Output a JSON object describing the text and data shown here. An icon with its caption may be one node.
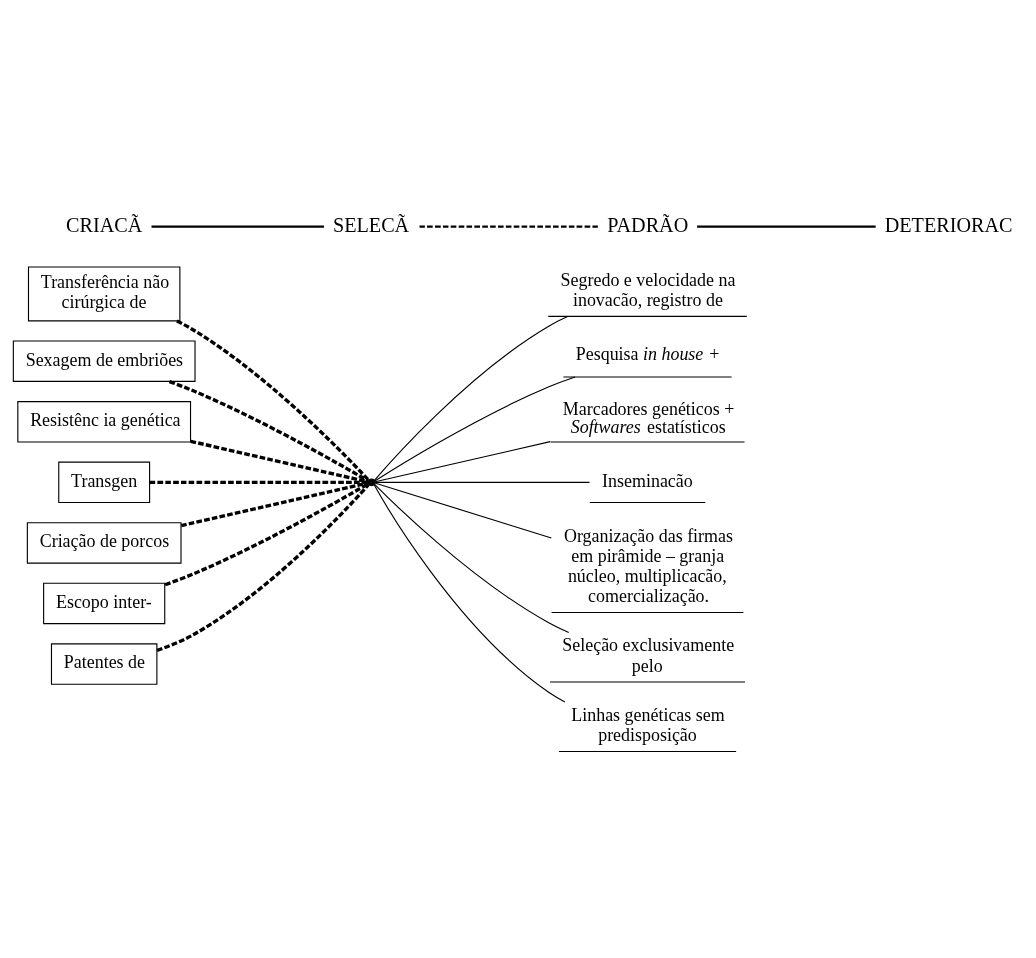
{
  "diagram": {
    "nodes": [
      {
        "text": [
          "Transferência não cirúrgica de"
        ]
      },
      {
        "text": [
          "Sexagem de embriões"
        ]
      },
      {
        "text": [
          "Resistênc ia genética"
        ]
      },
      {
        "text": [
          "Transgen"
        ]
      },
      {
        "text": [
          "Criação de porcos"
        ]
      },
      {
        "text": [
          "Escopo inter-"
        ]
      },
      {
        "text": [
          "Patentes de"
        ]
      },
      {
        "text": [],
        "shape": "point"
      },
      {
        "text": [
          "Segredo e velocidade na inovacão, registro de"
        ]
      },
      {
        "text": [
          "Pesquisa *in house* +"
        ]
      },
      {
        "text": [
          "Marcadores genéticos + *Softwares* estatísticos"
        ]
      },
      {
        "text": [
          "Inseminacão"
        ]
      },
      {
        "text": [
          "Organização das firmas em pirâmide – granja núcleo, multiplicacão, comercialização."
        ]
      },
      {
        "text": [
          "Seleção exclusivamente pelo"
        ]
      },
      {
        "text": [
          "Linhas genéticas sem predisposição"
        ]
      }
    ],
    "edges": [
      {
        "from": 0,
        "to": 7,
        "arrow": "none",
        "style": "dashed"
      },
      {
        "from": 1,
        "to": 7,
        "arrow": "none",
        "style": "dashed"
      },
      {
        "from": 2,
        "to": 7,
        "arrow": "none",
        "style": "dashed"
      },
      {
        "from": 3,
        "to": 7,
        "arrow": "none",
        "style": "dashed"
      },
      {
        "from": 4,
        "to": 7,
        "arrow": "none",
        "style": "dashed"
      },
      {
        "from": 5,
        "to": 7,
        "arrow": "none",
        "style": "dashed"
      },
      {
        "from": 6,
        "to": 7,
        "arrow": "none",
        "style": "dashed"
      },
      {
        "from": 7,
        "to": 8,
        "arrow": "none"
      },
      {
        "from": 7,
        "to": 9,
        "arrow": "none"
      },
      {
        "from": 7,
        "to": 10,
        "arrow": "none"
      },
      {
        "from": 7,
        "to": 11,
        "arrow": "none"
      },
      {
        "from": 7,
        "to": 12,
        "arrow": "none"
      },
      {
        "from": 7,
        "to": 13,
        "arrow": "none"
      },
      {
        "from": 7,
        "to": 14,
        "arrow": "none"
      }
    ],
    "labels": [
      "CRIACÃ",
      "SELECÃ",
      "PADRÃO",
      "DETERIORAC"
    ]
  }
}
